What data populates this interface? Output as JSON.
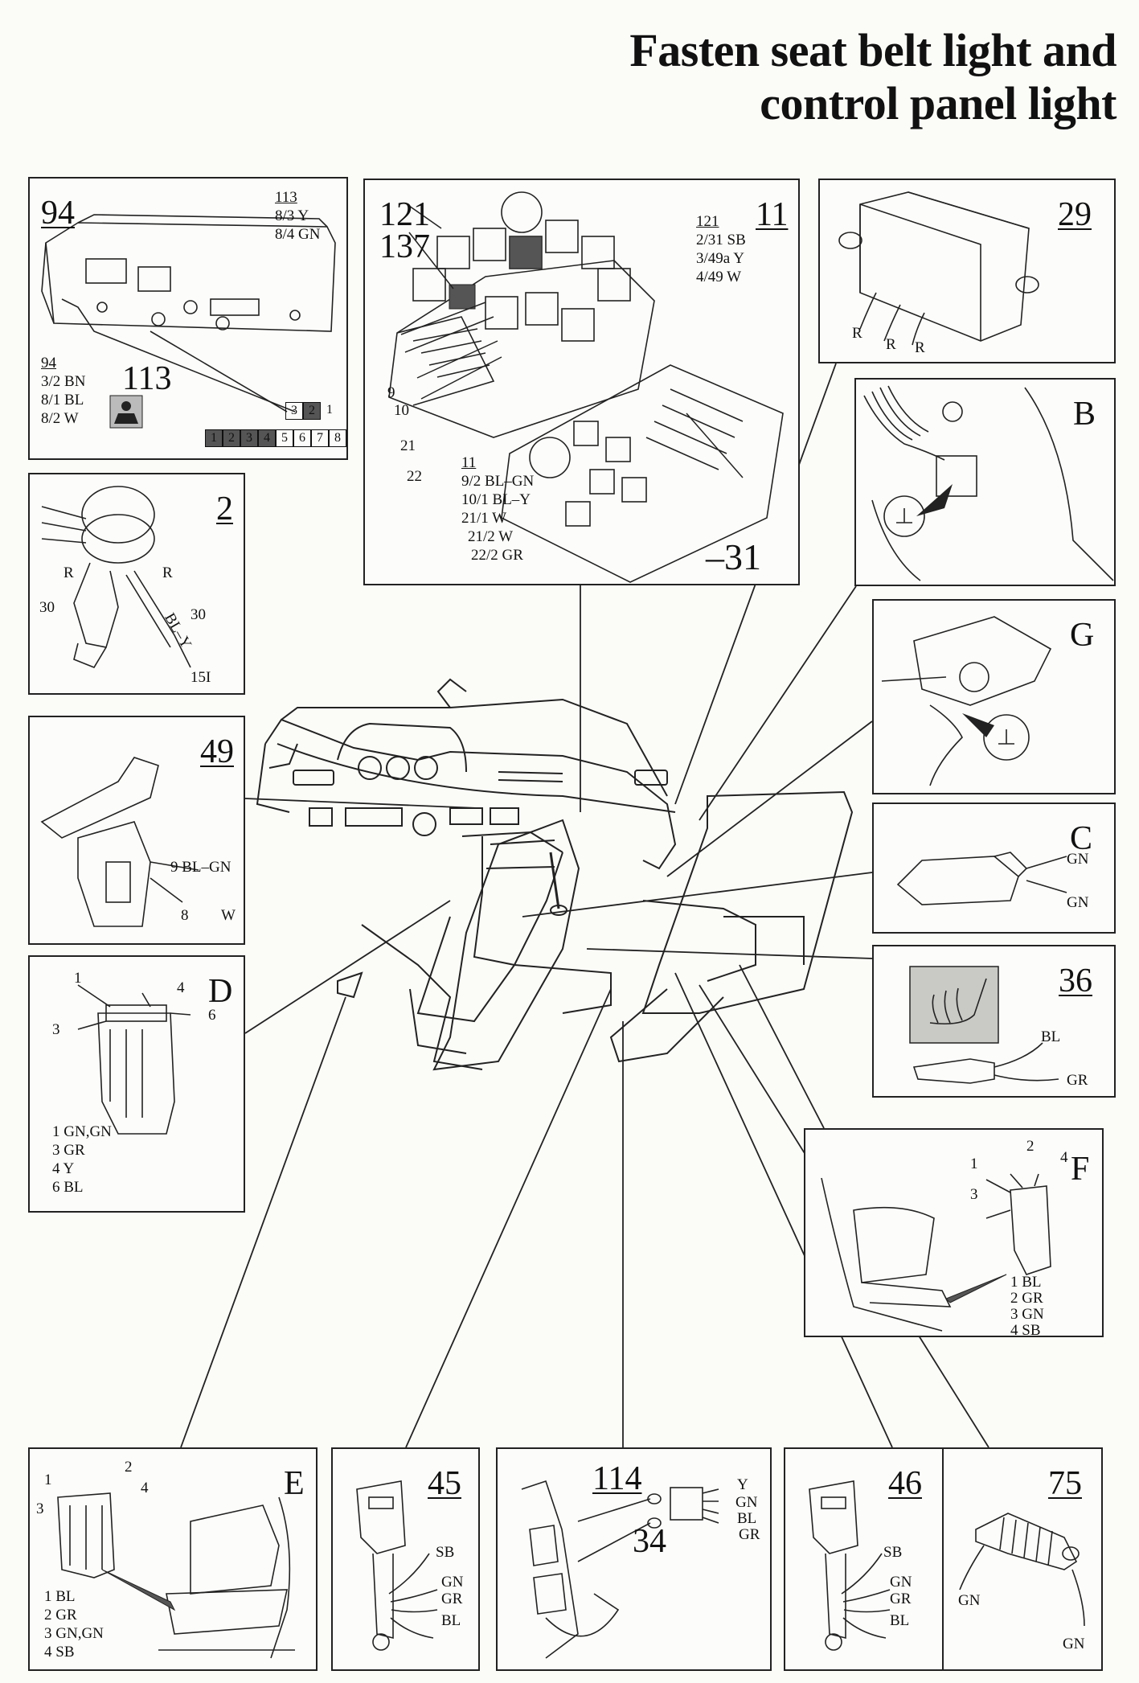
{
  "title": {
    "line1": "Fasten seat belt light and",
    "line2": "control panel light"
  },
  "panels": {
    "p94": {
      "id": "94",
      "ref_head": "113",
      "ref_lines": [
        "8/3 Y",
        "8/4 GN"
      ],
      "list_head": "94",
      "list_lines": [
        "3/2 BN",
        "8/1 BL",
        "8/2 W"
      ],
      "sub_id": "113",
      "pins_top": [
        "3",
        "2",
        "1"
      ],
      "pins_bottom": [
        "1",
        "2",
        "3",
        "4",
        "5",
        "6",
        "7",
        "8"
      ]
    },
    "p11": {
      "id": "11",
      "callouts": [
        "121",
        "137",
        "9",
        "10",
        "21",
        "22"
      ],
      "ref_head": "121",
      "ref_lines": [
        "2/31 SB",
        "3/49a Y",
        "4/49 W"
      ],
      "list_head": "11",
      "list_lines": [
        "9/2 BL–GN",
        "10/1 BL–Y",
        "21/1 W",
        "21/2 W",
        "22/2 GR"
      ],
      "ground": "–31"
    },
    "p29": {
      "id": "29",
      "wires": [
        "R",
        "R",
        "R"
      ]
    },
    "pB": {
      "id": "B"
    },
    "p2": {
      "id": "2",
      "wires": [
        "R",
        "R",
        "30",
        "30",
        "BL–Y",
        "15I"
      ]
    },
    "pG": {
      "id": "G"
    },
    "p49": {
      "id": "49",
      "wires": [
        "9 BL–GN",
        "8",
        "W"
      ]
    },
    "pC": {
      "id": "C",
      "wires": [
        "GN",
        "GN"
      ]
    },
    "pD": {
      "id": "D",
      "pins": [
        "1",
        "4",
        "3",
        "6"
      ],
      "list_lines": [
        "1 GN,GN",
        "3 GR",
        "4 Y",
        "6 BL"
      ]
    },
    "p36": {
      "id": "36",
      "wires": [
        "BL",
        "GR"
      ]
    },
    "pF": {
      "id": "F",
      "pins": [
        "1",
        "2",
        "4",
        "3"
      ],
      "list_lines": [
        "1 BL",
        "2 GR",
        "3 GN",
        "4 SB"
      ]
    },
    "pE": {
      "id": "E",
      "pins": [
        "2",
        "1",
        "4",
        "3"
      ],
      "list_lines": [
        "1 BL",
        "2 GR",
        "3 GN,GN",
        "4 SB"
      ]
    },
    "p45": {
      "id": "45",
      "wires": [
        "SB",
        "GN",
        "GR",
        "BL"
      ]
    },
    "p114": {
      "id": "114",
      "sub_id": "34",
      "wires": [
        "Y",
        "GN",
        "BL",
        "GR"
      ]
    },
    "p46": {
      "id": "46",
      "wires": [
        "SB",
        "GN",
        "GR",
        "BL"
      ]
    },
    "p75": {
      "id": "75",
      "wires": [
        "GN",
        "GN"
      ]
    }
  }
}
